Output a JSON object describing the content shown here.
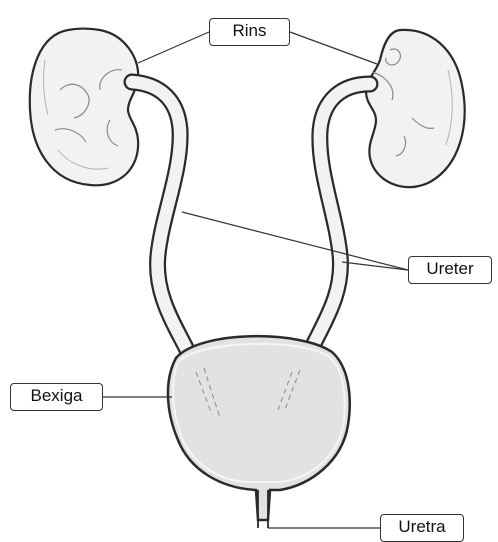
{
  "labels": {
    "kidneys": "Rins",
    "ureter": "Ureter",
    "bladder": "Bexiga",
    "urethra": "Uretra"
  },
  "colors": {
    "organ_fill": "#f2f2f2",
    "bladder_fill": "#e2e2e2",
    "outline": "#2a2a2a",
    "shading": "#8a8a8a",
    "leader_line": "#333333"
  }
}
